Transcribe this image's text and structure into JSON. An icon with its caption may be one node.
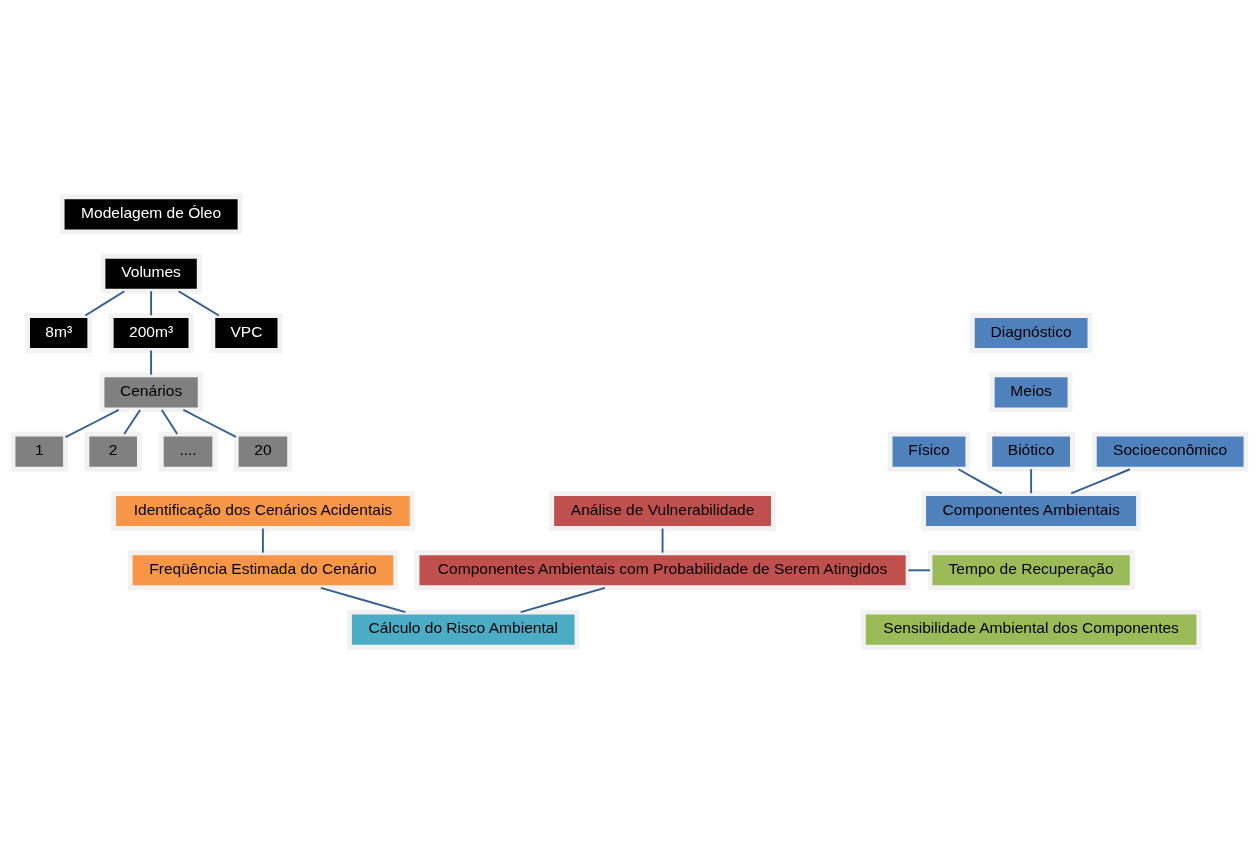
{
  "diagram": {
    "nodes": [
      {
        "text": [
          "Modelagem de Óleo"
        ]
      },
      {
        "text": [
          "Volumes"
        ]
      },
      {
        "text": [
          "8m³"
        ]
      },
      {
        "text": [
          "200m³"
        ]
      },
      {
        "text": [
          "VPC"
        ]
      },
      {
        "text": [
          "Cenários"
        ]
      },
      {
        "text": [
          "1"
        ]
      },
      {
        "text": [
          "2"
        ]
      },
      {
        "text": [
          "...."
        ]
      },
      {
        "text": [
          "20"
        ]
      },
      {
        "text": [
          "Diagnóstico"
        ]
      },
      {
        "text": [
          "Meios"
        ]
      },
      {
        "text": [
          "Físico"
        ]
      },
      {
        "text": [
          "Biótico"
        ]
      },
      {
        "text": [
          "Socioeconômico"
        ]
      },
      {
        "text": [
          "Componentes Ambientais"
        ]
      },
      {
        "text": [
          "Identificação dos Cenários Acidentais"
        ]
      },
      {
        "text": [
          "Freqüência Estimada do Cenário"
        ]
      },
      {
        "text": [
          "Análise de Vulnerabilidade"
        ]
      },
      {
        "text": [
          "Componentes Ambientais com Probabilidade de Serem Atingidos"
        ]
      },
      {
        "text": [
          "Tempo de Recuperação"
        ]
      },
      {
        "text": [
          "Sensibilidade Ambiental dos Componentes"
        ]
      },
      {
        "text": [
          "Cálculo do Risco Ambiental"
        ]
      }
    ],
    "edges": [
      {
        "from": 1,
        "to": 2,
        "arrow": "none"
      },
      {
        "from": 1,
        "to": 3,
        "arrow": "none"
      },
      {
        "from": 1,
        "to": 4,
        "arrow": "none"
      },
      {
        "from": 3,
        "to": 5,
        "arrow": "none"
      },
      {
        "from": 5,
        "to": 6,
        "arrow": "none"
      },
      {
        "from": 5,
        "to": 7,
        "arrow": "none"
      },
      {
        "from": 5,
        "to": 8,
        "arrow": "none"
      },
      {
        "from": 5,
        "to": 9,
        "arrow": "none"
      },
      {
        "from": 12,
        "to": 15,
        "arrow": "none"
      },
      {
        "from": 13,
        "to": 15,
        "arrow": "none"
      },
      {
        "from": 14,
        "to": 15,
        "arrow": "none"
      },
      {
        "from": 16,
        "to": 17,
        "arrow": "none"
      },
      {
        "from": 18,
        "to": 19,
        "arrow": "none"
      },
      {
        "from": 19,
        "to": 20,
        "arrow": "none"
      },
      {
        "from": 17,
        "to": 22,
        "arrow": "none"
      },
      {
        "from": 19,
        "to": 22,
        "arrow": "none"
      }
    ]
  }
}
